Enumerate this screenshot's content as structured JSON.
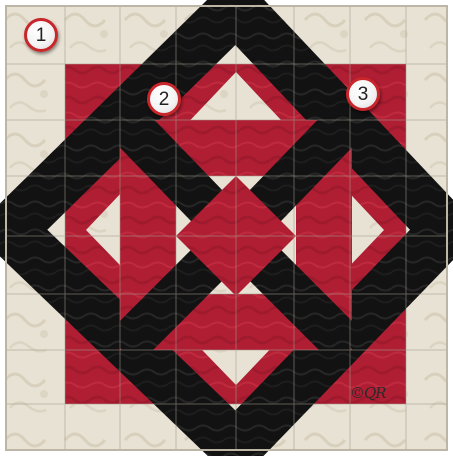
{
  "quilt": {
    "colors": {
      "background": "#e8e2d4",
      "background_motif": "#d6ceba",
      "seam": "#a09a8c",
      "red": "#b01e33",
      "red_dark": "#8e1226",
      "black": "#121212"
    }
  },
  "markers": [
    {
      "label": "1"
    },
    {
      "label": "2"
    },
    {
      "label": "3"
    }
  ],
  "signature": "©QR"
}
